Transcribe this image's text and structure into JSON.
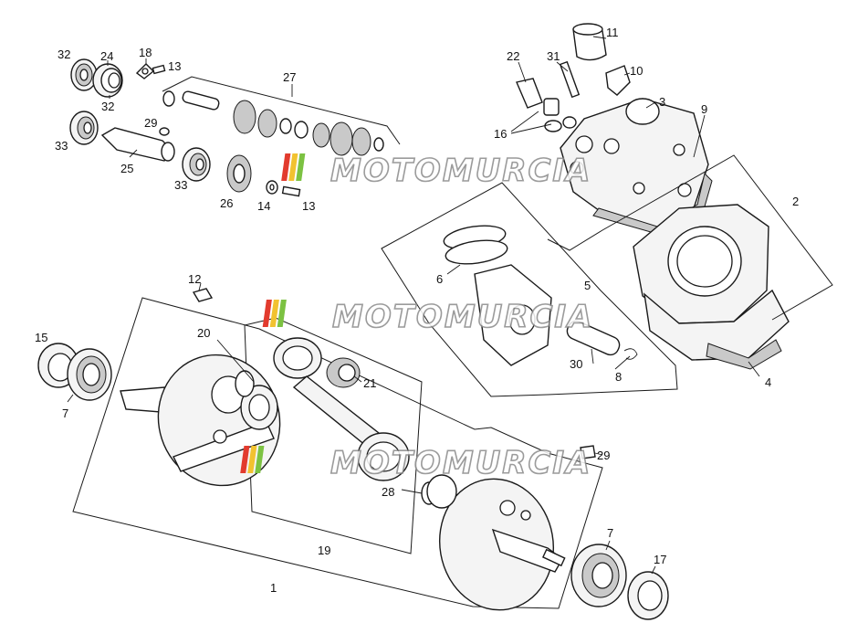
{
  "watermark": {
    "text": "MOTOMURCIA",
    "stripe_colors": [
      "#e23b2e",
      "#f2c230",
      "#7cc242"
    ]
  },
  "labels": [
    "32",
    "24",
    "18",
    "13",
    "27",
    "32",
    "29",
    "33",
    "25",
    "33",
    "26",
    "14",
    "13",
    "11",
    "22",
    "31",
    "10",
    "3",
    "16",
    "9",
    "2",
    "12",
    "6",
    "5",
    "20",
    "15",
    "21",
    "7",
    "30",
    "8",
    "4",
    "29",
    "28",
    "7",
    "17",
    "19",
    "1"
  ]
}
